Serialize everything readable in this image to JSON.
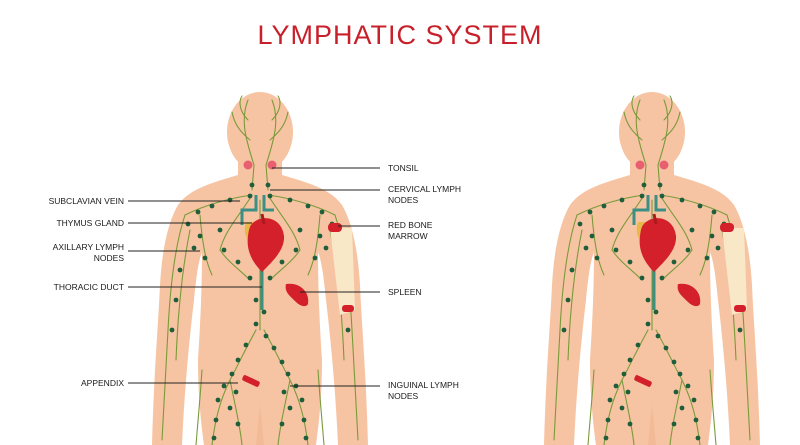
{
  "title": "LYMPHATIC SYSTEM",
  "colors": {
    "title": "#c8202a",
    "skin": "#f6c4a3",
    "skin_edge": "#f0b08c",
    "vessel": "#7a9a3a",
    "node": "#1f5e3a",
    "organ": "#d3202a",
    "thoracic": "#3c8f84",
    "bone": "#f9e8c8",
    "leader": "#222222"
  },
  "labels_left": {
    "subclavian": "SUBCLAVIAN VEIN",
    "thymus": "THYMUS GLAND",
    "axillary": "AXILLARY LYMPH\nNODES",
    "thoracic": "THORACIC DUCT",
    "appendix": "APPENDIX"
  },
  "labels_right": {
    "tonsil": "TONSIL",
    "cervical": "CERVICAL LYMPH\nNODES",
    "marrow": "RED BONE\nMARROW",
    "spleen": "SPLEEN",
    "inguinal": "INGUINAL LYMPH\nNODES"
  }
}
